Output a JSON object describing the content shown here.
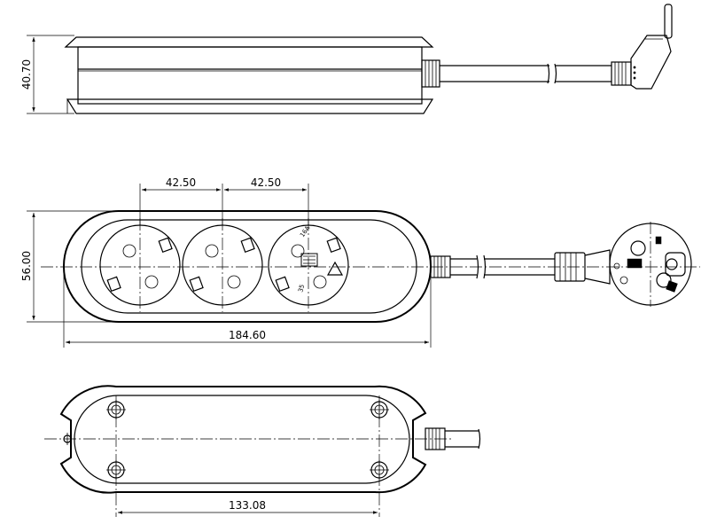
{
  "dimensions": {
    "side_height": "40.70",
    "socket_pitch_1": "42.50",
    "socket_pitch_2": "42.50",
    "body_height": "56.00",
    "body_length": "184.60",
    "hole_spacing": "133.08"
  },
  "markings": {
    "rating_a": "16A",
    "rating_b": "35"
  }
}
